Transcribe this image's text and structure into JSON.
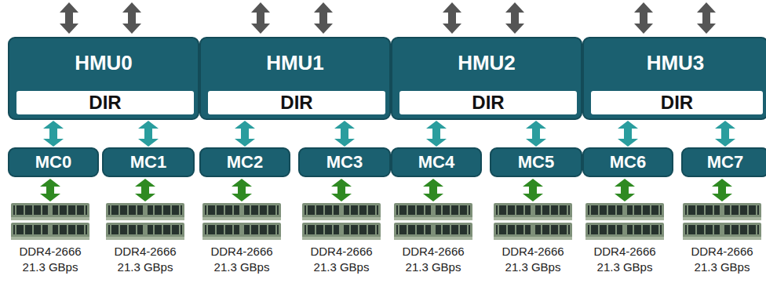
{
  "diagram": {
    "nodes": [
      {
        "text": [
          "HMU0"
        ]
      },
      {
        "text": [
          "DIR"
        ],
        "in": 0
      },
      {
        "text": [
          "HMU1"
        ]
      },
      {
        "text": [
          "DIR"
        ],
        "in": 2
      },
      {
        "text": [
          "HMU2"
        ]
      },
      {
        "text": [
          "DIR"
        ],
        "in": 4
      },
      {
        "text": [
          "HMU3"
        ]
      },
      {
        "text": [
          "DIR"
        ],
        "in": 6
      },
      {
        "text": [
          "MC0"
        ]
      },
      {
        "text": [
          "MC1"
        ]
      },
      {
        "text": [
          "MC2"
        ]
      },
      {
        "text": [
          "MC3"
        ]
      },
      {
        "text": [
          "MC4"
        ]
      },
      {
        "text": [
          "MC5"
        ]
      },
      {
        "text": [
          "MC6"
        ]
      },
      {
        "text": [
          "MC7"
        ]
      }
    ],
    "edges": [
      {
        "from": 0,
        "to": 8,
        "arrow": "both"
      },
      {
        "from": 0,
        "to": 9,
        "arrow": "both"
      },
      {
        "from": 2,
        "to": 10,
        "arrow": "both"
      },
      {
        "from": 2,
        "to": 11,
        "arrow": "both"
      },
      {
        "from": 4,
        "to": 12,
        "arrow": "both"
      },
      {
        "from": 4,
        "to": 13,
        "arrow": "both"
      },
      {
        "from": 6,
        "to": 14,
        "arrow": "both"
      },
      {
        "from": 6,
        "to": 15,
        "arrow": "both"
      }
    ],
    "labels": [
      "DDR4-2666",
      "DDR4-2666",
      "DDR4-2666",
      "DDR4-2666",
      "DDR4-2666",
      "DDR4-2666",
      "DDR4-2666",
      "DDR4-2666",
      "21.3 GBps",
      "21.3 GBps",
      "21.3 GBps",
      "21.3 GBps",
      "21.3 GBps",
      "21.3 GBps",
      "21.3 GBps",
      "21.3 GBps"
    ]
  }
}
